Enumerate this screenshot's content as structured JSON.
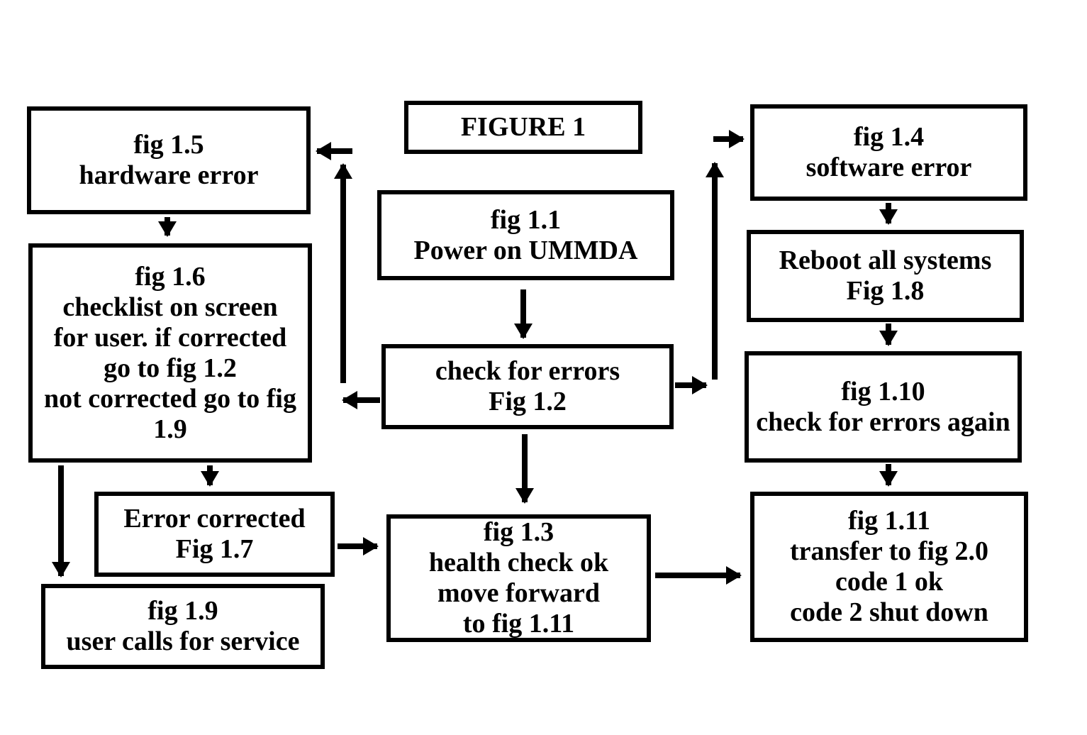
{
  "colors": {
    "ink": "#000000",
    "paper": "#ffffff"
  },
  "boxes": {
    "title": {
      "lines": [
        "FIGURE 1"
      ]
    },
    "fig_1_1": {
      "lines": [
        "fig 1.1",
        "Power on UMMDA"
      ]
    },
    "fig_1_2": {
      "lines": [
        "check for errors",
        "Fig 1.2"
      ]
    },
    "fig_1_3": {
      "lines": [
        "fig 1.3",
        "health check ok",
        "move forward",
        "to fig 1.11"
      ]
    },
    "fig_1_4": {
      "lines": [
        "fig 1.4",
        "software error"
      ]
    },
    "fig_1_5": {
      "lines": [
        "fig 1.5",
        "hardware error"
      ]
    },
    "fig_1_6": {
      "lines": [
        "fig 1.6",
        "checklist on screen",
        "for user. if corrected",
        "go to fig 1.2",
        "not corrected go to fig",
        "1.9"
      ]
    },
    "fig_1_7": {
      "lines": [
        "Error corrected",
        "Fig 1.7"
      ]
    },
    "fig_1_8": {
      "lines": [
        "Reboot all systems",
        "Fig 1.8"
      ]
    },
    "fig_1_9": {
      "lines": [
        "fig 1.9",
        "user calls for service"
      ]
    },
    "fig_1_10": {
      "lines": [
        "fig 1.10",
        "check for errors again"
      ]
    },
    "fig_1_11": {
      "lines": [
        "fig 1.11",
        "transfer to fig 2.0",
        "code 1 ok",
        "code 2 shut down"
      ]
    }
  },
  "edges": [
    {
      "from": "fig_1_1",
      "to": "fig_1_2"
    },
    {
      "from": "fig_1_2",
      "to": "fig_1_3"
    },
    {
      "from": "fig_1_2",
      "to": "fig_1_5"
    },
    {
      "from": "fig_1_2",
      "to": "fig_1_4"
    },
    {
      "from": "fig_1_5",
      "to": "fig_1_6"
    },
    {
      "from": "fig_1_6",
      "to": "fig_1_7"
    },
    {
      "from": "fig_1_6",
      "to": "fig_1_9"
    },
    {
      "from": "fig_1_7",
      "to": "fig_1_3"
    },
    {
      "from": "fig_1_3",
      "to": "fig_1_11"
    },
    {
      "from": "fig_1_4",
      "to": "fig_1_8"
    },
    {
      "from": "fig_1_8",
      "to": "fig_1_10"
    },
    {
      "from": "fig_1_10",
      "to": "fig_1_11"
    }
  ]
}
